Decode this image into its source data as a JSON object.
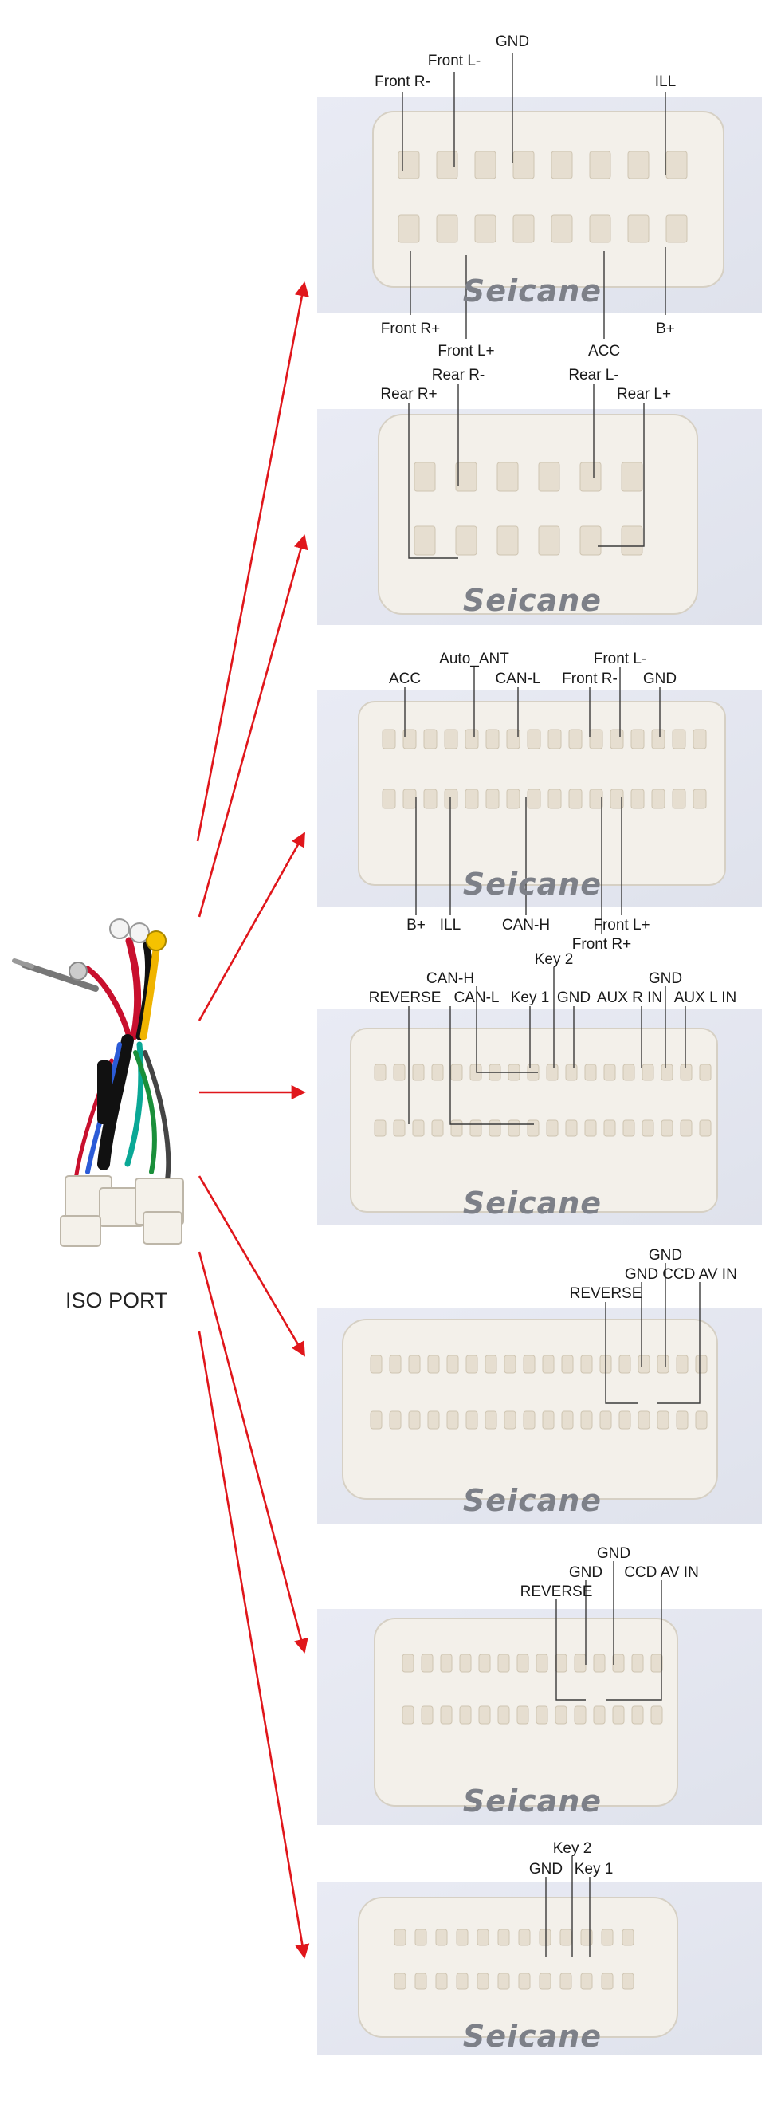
{
  "caption": "ISO PORT",
  "brand": "Seicane",
  "colors": {
    "arrow": "#e0161b",
    "leader": "#3a3a3a",
    "housing": "#f1eee8",
    "photo_bg": "#e4e7f1"
  },
  "panels": [
    {
      "id": "p1",
      "labels": [
        "GND",
        "Front L-",
        "Front R-",
        "ILL",
        "Front R+",
        "Front L+",
        "ACC",
        "B+"
      ]
    },
    {
      "id": "p2",
      "labels": [
        "Rear R-",
        "Rear L-",
        "Rear R+",
        "Rear L+"
      ]
    },
    {
      "id": "p3",
      "labels": [
        "Auto_ANT",
        "Front L-",
        "ACC",
        "CAN-L",
        "Front R-",
        "GND",
        "B+",
        "ILL",
        "CAN-H",
        "Front L+",
        "Front R+"
      ]
    },
    {
      "id": "p4",
      "labels": [
        "CAN-H",
        "Key 2",
        "REVERSE",
        "CAN-L",
        "Key 1",
        "GND",
        "GND",
        "AUX R IN",
        "AUX L IN"
      ]
    },
    {
      "id": "p5",
      "labels": [
        "GND",
        "GND",
        "CCD AV IN",
        "REVERSE"
      ]
    },
    {
      "id": "p6",
      "labels": [
        "GND",
        "GND",
        "CCD AV IN",
        "REVERSE"
      ]
    },
    {
      "id": "p7",
      "labels": [
        "Key 2",
        "GND",
        "Key 1"
      ]
    }
  ]
}
